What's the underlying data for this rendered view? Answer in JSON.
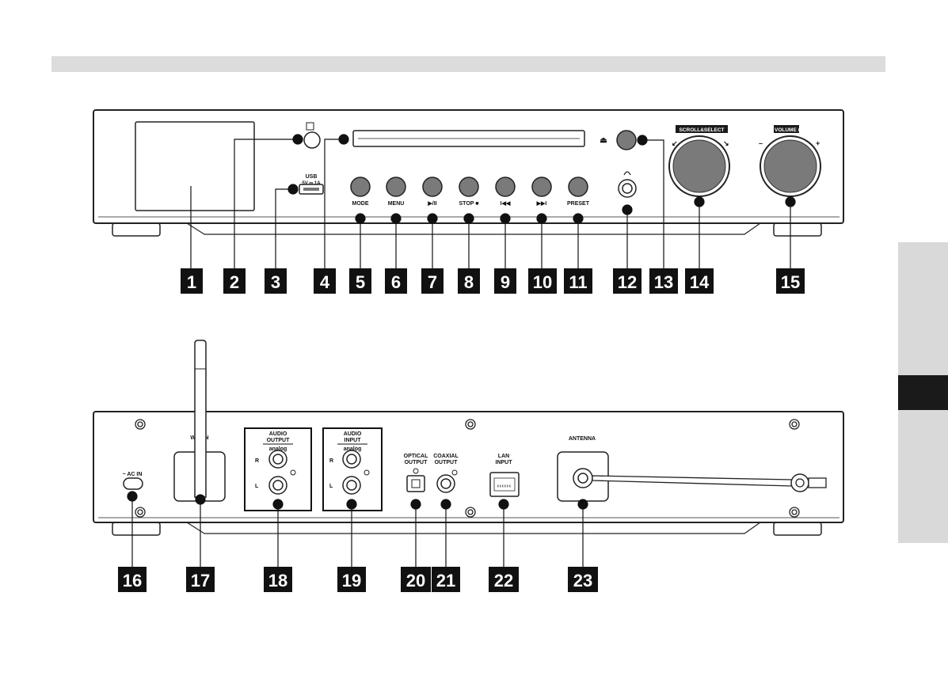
{
  "front": {
    "numbers": [
      "1",
      "2",
      "3",
      "4",
      "5",
      "6",
      "7",
      "8",
      "9",
      "10",
      "11",
      "12",
      "13",
      "14",
      "15"
    ],
    "buttons": {
      "mode": "MODE",
      "menu": "MENU",
      "play_pause": "▶/II",
      "stop": "STOP ■",
      "prev": "I◀◀",
      "next": "▶▶I",
      "preset": "PRESET"
    },
    "usb_label": "USB",
    "usb_spec": "5V ⎓ 1A",
    "scroll_select": "SCROLL&SELECT",
    "volume": "VOLUME / ⏻",
    "vol_minus": "–",
    "vol_plus": "+",
    "eject_symbol": "⏏",
    "headphone_symbol": "🎧"
  },
  "rear": {
    "numbers": [
      "16",
      "17",
      "18",
      "19",
      "20",
      "21",
      "22",
      "23"
    ],
    "ac_in": "~ AC IN",
    "wlan": "W-LAN",
    "audio_output": [
      "AUDIO",
      "OUTPUT"
    ],
    "audio_input": [
      "AUDIO",
      "INPUT"
    ],
    "analog": "analog",
    "r": "R",
    "l": "L",
    "optical_output": [
      "OPTICAL",
      "OUTPUT"
    ],
    "coaxial_output": [
      "COAXIAL",
      "OUTPUT"
    ],
    "lan_input": [
      "LAN",
      "INPUT"
    ],
    "antenna": "ANTENNA"
  }
}
